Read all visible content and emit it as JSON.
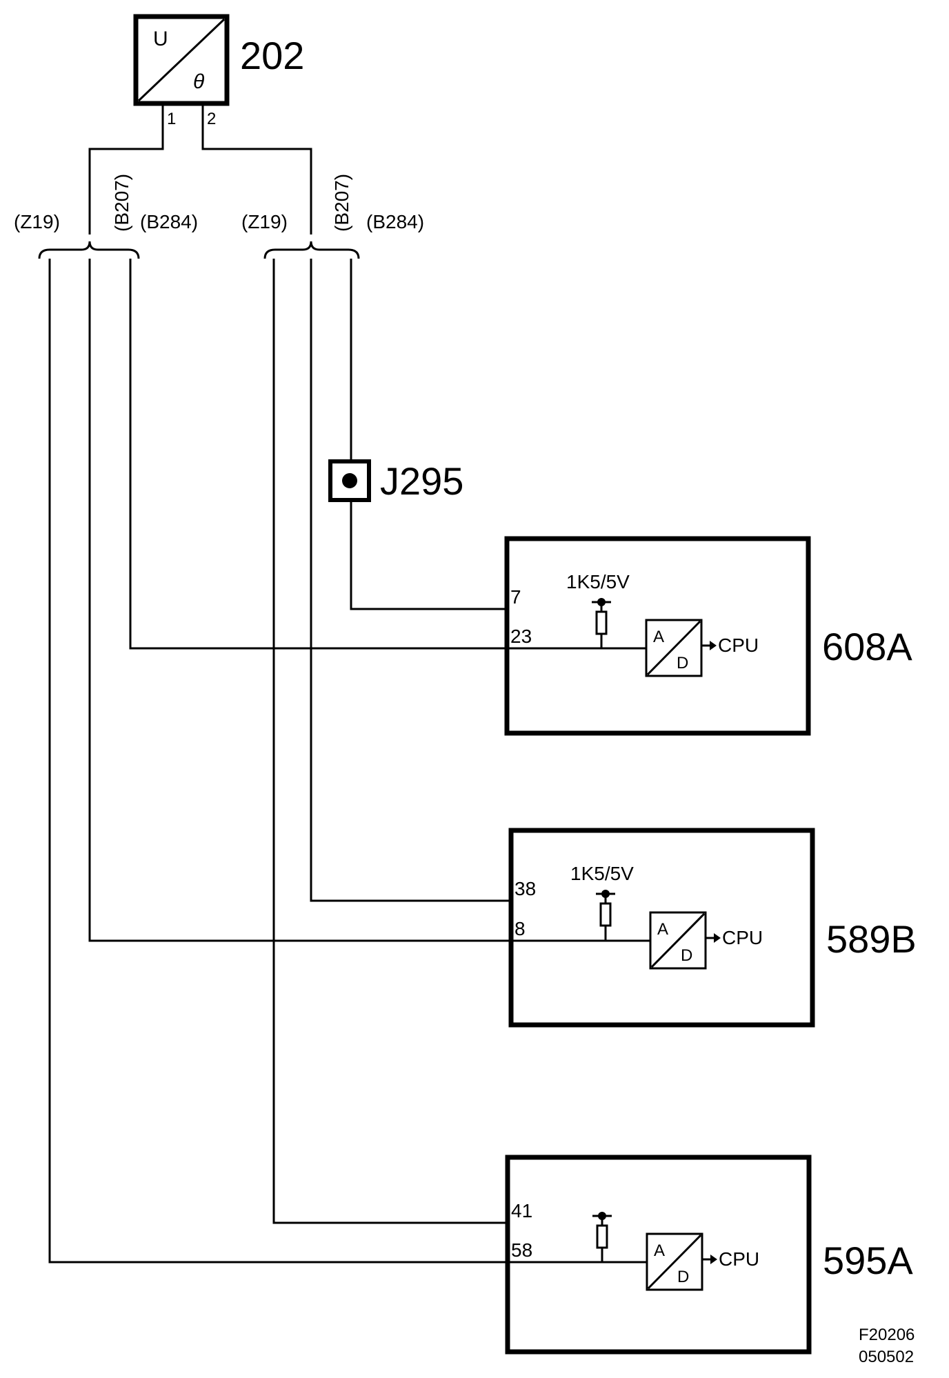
{
  "sensor": {
    "id": "202",
    "symbol_top": "U",
    "symbol_bottom": "θ",
    "pin1": "1",
    "pin2": "2"
  },
  "harness": {
    "left": [
      "(Z19)",
      "(B207)",
      "(B284)"
    ],
    "right": [
      "(Z19)",
      "(B207)",
      "(B284)"
    ]
  },
  "junction": {
    "id": "J295"
  },
  "ecus": [
    {
      "id": "608A",
      "pins": [
        "7",
        "23"
      ],
      "pullup": "1K5/5V",
      "ad_top": "A",
      "ad_bottom": "D",
      "output": "CPU"
    },
    {
      "id": "589B",
      "pins": [
        "38",
        "8"
      ],
      "pullup": "1K5/5V",
      "ad_top": "A",
      "ad_bottom": "D",
      "output": "CPU"
    },
    {
      "id": "595A",
      "pins": [
        "41",
        "58"
      ],
      "pullup": "",
      "ad_top": "A",
      "ad_bottom": "D",
      "output": "CPU"
    }
  ],
  "figure_ref": {
    "line1": "F20206",
    "line2": "050502"
  }
}
